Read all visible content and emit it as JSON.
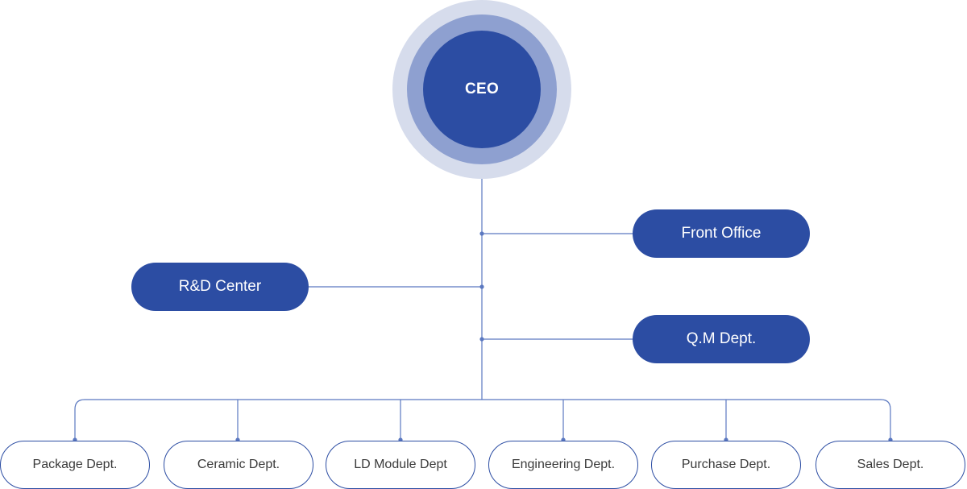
{
  "ceo": {
    "label": "CEO"
  },
  "staff": {
    "front_office": "Front Office",
    "rnd_center": "R&D Center",
    "qm_dept": "Q.M Dept."
  },
  "departments": [
    "Package Dept.",
    "Ceramic Dept.",
    "LD Module Dept",
    "Engineering Dept.",
    "Purchase Dept.",
    "Sales Dept."
  ],
  "colors": {
    "primary": "#2c4da3",
    "ring_mid": "#8ea0d0",
    "ring_outer": "#d6dcec",
    "line": "#5b78c0"
  }
}
